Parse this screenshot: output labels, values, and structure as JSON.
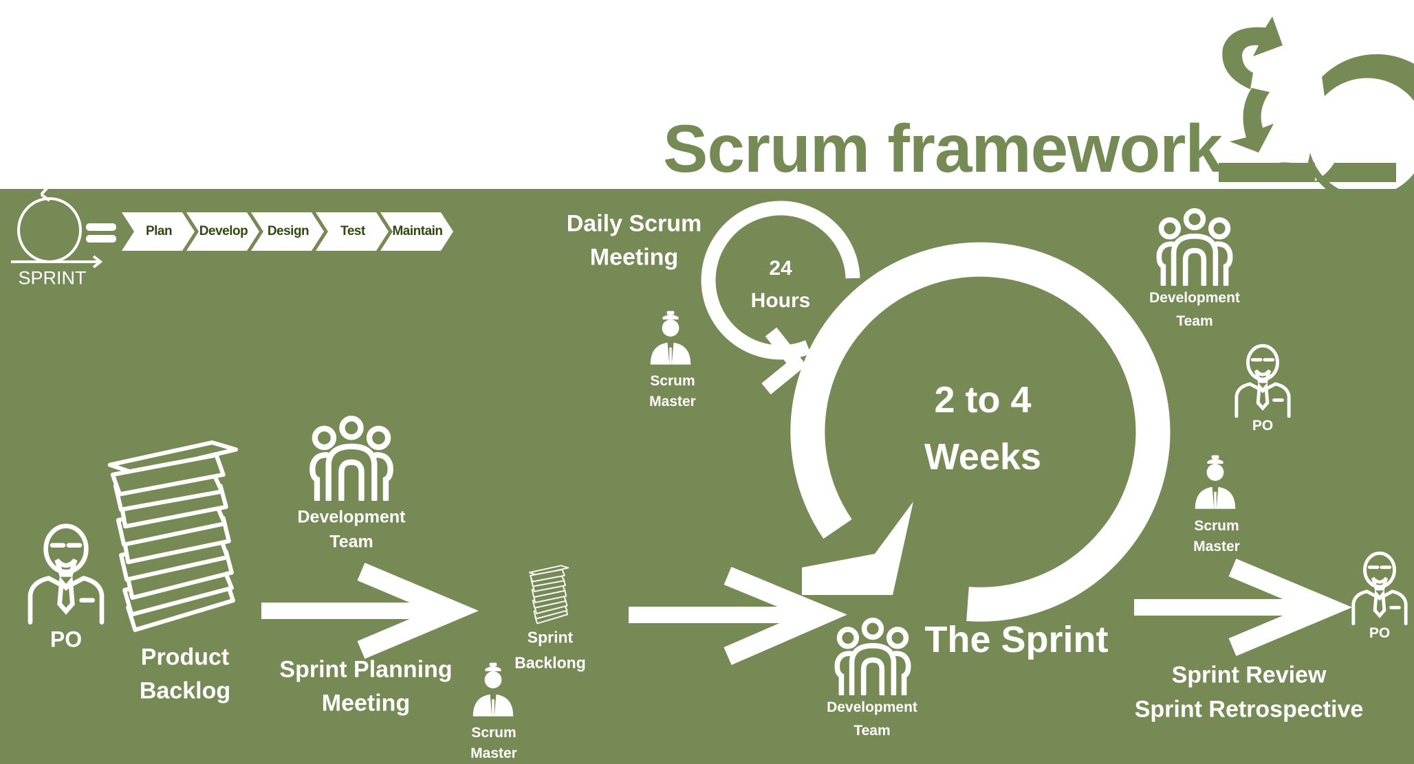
{
  "title": "Scrum framework",
  "colors": {
    "green": "#778a55",
    "white": "#ffffff",
    "chevron_text": "#2f4a0e"
  },
  "sprint_legend": {
    "label": "SPRINT",
    "steps": [
      "Plan",
      "Develop",
      "Design",
      "Test",
      "Maintain"
    ]
  },
  "daily": {
    "line1": "Daily Scrum",
    "line2": "Meeting",
    "hours_line1": "24",
    "hours_line2": "Hours"
  },
  "sprint_cycle": {
    "line1": "2 to 4",
    "line2": "Weeks",
    "name": "The Sprint"
  },
  "roles": {
    "po": "PO",
    "dev_line1": "Development",
    "dev_line2": "Team",
    "sm_line1": "Scrum",
    "sm_line2": "Master"
  },
  "stages": {
    "product_backlog": [
      "Product",
      "Backlog"
    ],
    "planning": [
      "Sprint Planning",
      "Meeting"
    ],
    "sprint_backlog": [
      "Sprint",
      "Backlong"
    ],
    "review": [
      "Sprint Review",
      "Sprint Retrospective"
    ]
  }
}
